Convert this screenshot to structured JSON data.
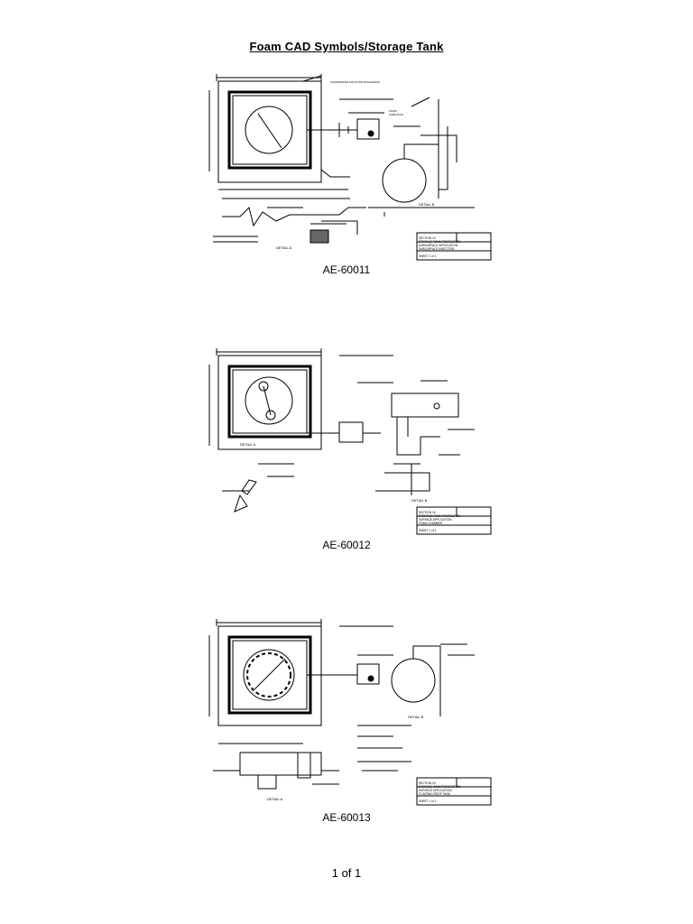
{
  "document": {
    "title": "Foam CAD Symbols/Storage Tank",
    "drawings": [
      {
        "caption": "AE-60011",
        "detail_a": "DETAIL A",
        "detail_b": "DETAIL B",
        "title_block": [
          "SECTION 16",
          "STORAGE TANK PROTECTION",
          "SUBSURFACE APPLICATION",
          "SUBSURFACE INJECTION",
          "SHEET 1 of 1"
        ]
      },
      {
        "caption": "AE-60012",
        "detail_a": "DETAIL A",
        "detail_b": "DETAIL B",
        "title_block": [
          "SECTION 16",
          "STORAGE TANK PROTECTION",
          "SURFACE APPLICATION",
          "FOAM CHAMBER",
          "SHEET 1 of 1"
        ]
      },
      {
        "caption": "AE-60013",
        "detail_a": "DETAIL A",
        "detail_b": "DETAIL B",
        "title_block": [
          "SECTION 16",
          "STORAGE TANK PROTECTION",
          "SURFACE APPLICATION",
          "FLOATING ROOF TANK",
          "SHEET 1 of 1"
        ]
      }
    ],
    "pager": "1 of 1"
  }
}
